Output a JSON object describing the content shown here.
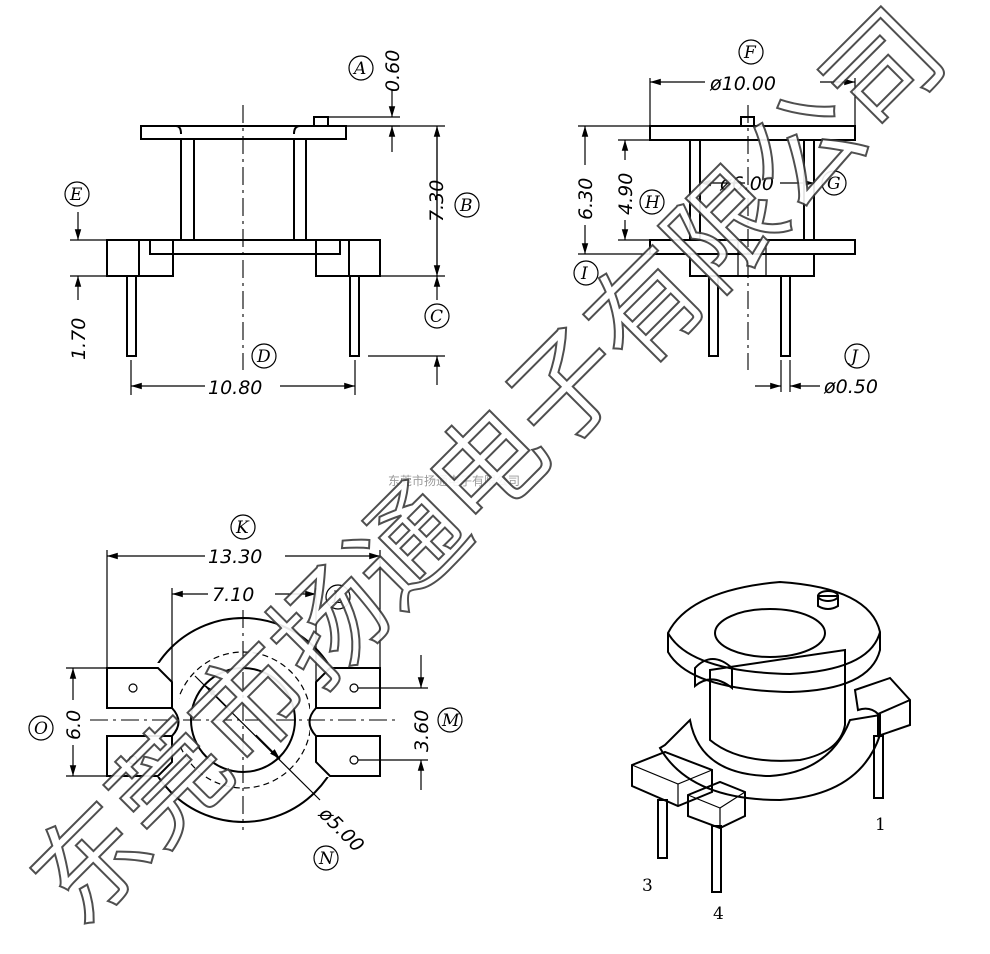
{
  "dimensions": {
    "A": "0.60",
    "B": "7.30",
    "C_height": "1.70",
    "D": "10.80",
    "F": "ø10.00",
    "G": "ø6.00",
    "H": "4.90",
    "I": "6.30",
    "J": "ø0.50",
    "K": "13.30",
    "L": "7.10",
    "M": "3.60",
    "N": "ø5.00",
    "O": "6.0"
  },
  "callouts": [
    "A",
    "B",
    "C",
    "D",
    "E",
    "F",
    "G",
    "H",
    "I",
    "J",
    "K",
    "L",
    "M",
    "N",
    "O"
  ],
  "pins": [
    "1",
    "3",
    "4"
  ],
  "watermark": {
    "small": "东莞市扬通电子有限公司",
    "large": "东莞市扬通电子有限公司"
  }
}
